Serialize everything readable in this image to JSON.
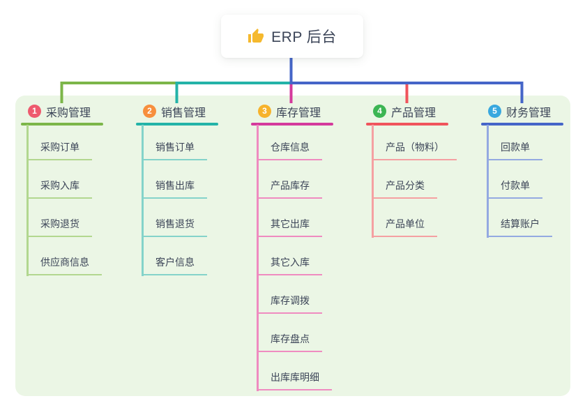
{
  "root": {
    "title": "ERP 后台",
    "icon": "thumbs-up-icon"
  },
  "canvas": {
    "background": "#ffffff",
    "panel_background": "#ebf6e5",
    "text_color": "#3b4457",
    "icon_color": "#f5b92e"
  },
  "branches": [
    {
      "number": "1",
      "title": "采购管理",
      "badge_color": "#ee5a6e",
      "line_color": "#7cb649",
      "child_line_color": "#b2d78f",
      "children": [
        "采购订单",
        "采购入库",
        "采购退货",
        "供应商信息"
      ]
    },
    {
      "number": "2",
      "title": "销售管理",
      "badge_color": "#f78f3d",
      "line_color": "#24b3a8",
      "child_line_color": "#84d3ca",
      "children": [
        "销售订单",
        "销售出库",
        "销售退货",
        "客户信息"
      ]
    },
    {
      "number": "3",
      "title": "库存管理",
      "badge_color": "#f7b32b",
      "line_color": "#d43a9c",
      "child_line_color": "#ef8bc0",
      "children": [
        "仓库信息",
        "产品库存",
        "其它出库",
        "其它入库",
        "库存调拨",
        "库存盘点",
        "出库库明细"
      ]
    },
    {
      "number": "4",
      "title": "产品管理",
      "badge_color": "#3cb553",
      "line_color": "#f0545c",
      "child_line_color": "#f5a0a2",
      "children": [
        "产品（物料）",
        "产品分类",
        "产品单位"
      ]
    },
    {
      "number": "5",
      "title": "财务管理",
      "badge_color": "#39a8df",
      "line_color": "#4565c8",
      "child_line_color": "#94a9e1",
      "children": [
        "回款单",
        "付款单",
        "结算账户"
      ]
    }
  ]
}
